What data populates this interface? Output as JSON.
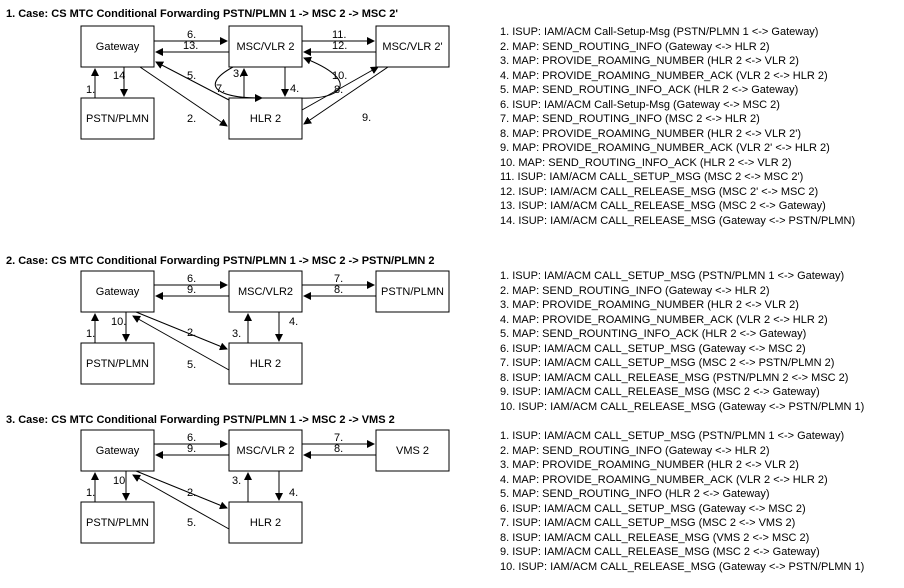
{
  "cases": [
    {
      "title": "1. Case: CS MTC Conditional Forwarding PSTN/PLMN 1 -> MSC 2 -> MSC 2'",
      "nodes": {
        "gateway": "Gateway",
        "msc": "MSC/VLR 2",
        "target": "MSC/VLR 2'",
        "pstn": "PSTN/PLMN",
        "hlr": "HLR 2"
      },
      "arrow_labels": {
        "a6": "6.",
        "a13": "13.",
        "a11": "11.",
        "a12": "12.",
        "a14": "14",
        "a1": "1.",
        "a5": "5.",
        "a2": "2.",
        "a3": "3.",
        "a7": "7.",
        "a4": "4.",
        "a10": "10.",
        "a8": "8.",
        "a9": "9."
      },
      "steps": [
        "1. ISUP: IAM/ACM Call-Setup-Msg (PSTN/PLMN 1 <-> Gateway)",
        "2. MAP: SEND_ROUTING_INFO (Gateway <-> HLR 2)",
        "3. MAP: PROVIDE_ROAMING_NUMBER (HLR 2 <-> VLR 2)",
        "4. MAP: PROVIDE_ROAMING_NUMBER_ACK (VLR 2 <-> HLR 2)",
        "5. MAP: SEND_ROUTING_INFO_ACK (HLR 2 <-> Gateway)",
        "6. ISUP: IAM/ACM Call-Setup-Msg (Gateway <-> MSC 2)",
        "7. MAP: SEND_ROUTING_INFO (MSC 2 <-> HLR 2)",
        "8. MAP: PROVIDE_ROAMING_NUMBER (HLR 2 <-> VLR 2')",
        "9. MAP: PROVIDE_ROAMING_NUMBER_ACK (VLR 2' <-> HLR 2)",
        "10. MAP: SEND_ROUTING_INFO_ACK (HLR 2 <-> VLR 2)",
        "11. ISUP: IAM/ACM CALL_SETUP_MSG (MSC 2 <-> MSC 2')",
        "12. ISUP: IAM/ACM CALL_RELEASE_MSG (MSC 2' <-> MSC 2)",
        "13. ISUP: IAM/ACM CALL_RELEASE_MSG (MSC 2 <-> Gateway)",
        "14. ISUP: IAM/ACM CALL_RELEASE_MSG (Gateway <-> PSTN/PLMN)"
      ]
    },
    {
      "title": "2. Case: CS MTC Conditional Forwarding PSTN/PLMN 1 -> MSC 2 -> PSTN/PLMN 2",
      "nodes": {
        "gateway": "Gateway",
        "msc": "MSC/VLR2",
        "target": "PSTN/PLMN",
        "pstn": "PSTN/PLMN",
        "hlr": "HLR 2"
      },
      "arrow_labels": {
        "a6": "6.",
        "a9": "9.",
        "a7": "7.",
        "a8": "8.",
        "a1": "1.",
        "a10": "10.",
        "a2": "2.",
        "a5": "5.",
        "a3": "3.",
        "a4": "4."
      },
      "steps": [
        "1. ISUP: IAM/ACM CALL_SETUP_MSG (PSTN/PLMN 1 <-> Gateway)",
        "2. MAP: SEND_ROUTING_INFO (Gateway <-> HLR 2)",
        "3. MAP: PROVIDE_ROAMING_NUMBER (HLR 2 <-> VLR 2)",
        "4. MAP: PROVIDE_ROAMING_NUMBER_ACK (VLR 2 <-> HLR 2)",
        "5. MAP: SEND_ROUNTING_INFO_ACK (HLR 2 <-> Gateway)",
        "6. ISUP: IAM/ACM CALL_SETUP_MSG (Gateway <-> MSC 2)",
        "7. ISUP: IAM/ACM CALL_SETUP_MSG (MSC 2 <-> PSTN/PLMN 2)",
        "8. ISUP: IAM/ACM CALL_RELEASE_MSG (PSTN/PLMN 2 <-> MSC 2)",
        "9. ISUP: IAM/ACM CALL_RELEASE_MSG (MSC 2 <-> Gateway)",
        "10. ISUP: IAM/ACM CALL_RELEASE_MSG (Gateway <-> PSTN/PLMN 1)"
      ]
    },
    {
      "title": "3. Case: CS MTC Conditional Forwarding PSTN/PLMN 1 -> MSC 2 -> VMS 2",
      "nodes": {
        "gateway": "Gateway",
        "msc": "MSC/VLR 2",
        "target": "VMS 2",
        "pstn": "PSTN/PLMN",
        "hlr": "HLR 2"
      },
      "arrow_labels": {
        "a6": "6.",
        "a9": "9.",
        "a7": "7.",
        "a8": "8.",
        "a1": "1.",
        "a10": "10",
        "a2": "2.",
        "a5": "5.",
        "a3": "3.",
        "a4": "4."
      },
      "steps": [
        "1. ISUP: IAM/ACM CALL_SETUP_MSG (PSTN/PLMN 1 <-> Gateway)",
        "2. MAP: SEND_ROUTING_INFO (Gateway <-> HLR 2)",
        "3. MAP: PROVIDE_ROAMING_NUMBER (HLR 2 <-> VLR 2)",
        "4. MAP: PROVIDE_ROAMING_NUMBER_ACK (VLR 2 <-> HLR 2)",
        "5. MAP: SEND_ROUTING_INFO (HLR 2 <-> Gateway)",
        "6. ISUP: IAM/ACM CALL_SETUP_MSG (Gateway <-> MSC 2)",
        "7. ISUP: IAM/ACM CALL_SETUP_MSG (MSC 2 <-> VMS 2)",
        "8. ISUP: IAM/ACM CALL_RELEASE_MSG (VMS 2 <-> MSC 2)",
        "9. ISUP: IAM/ACM CALL_RELEASE_MSG (MSC 2 <-> Gateway)",
        "10. ISUP: IAM/ACM CALL_RELEASE_MSG (Gateway <-> PSTN/PLMN 1)"
      ]
    }
  ]
}
